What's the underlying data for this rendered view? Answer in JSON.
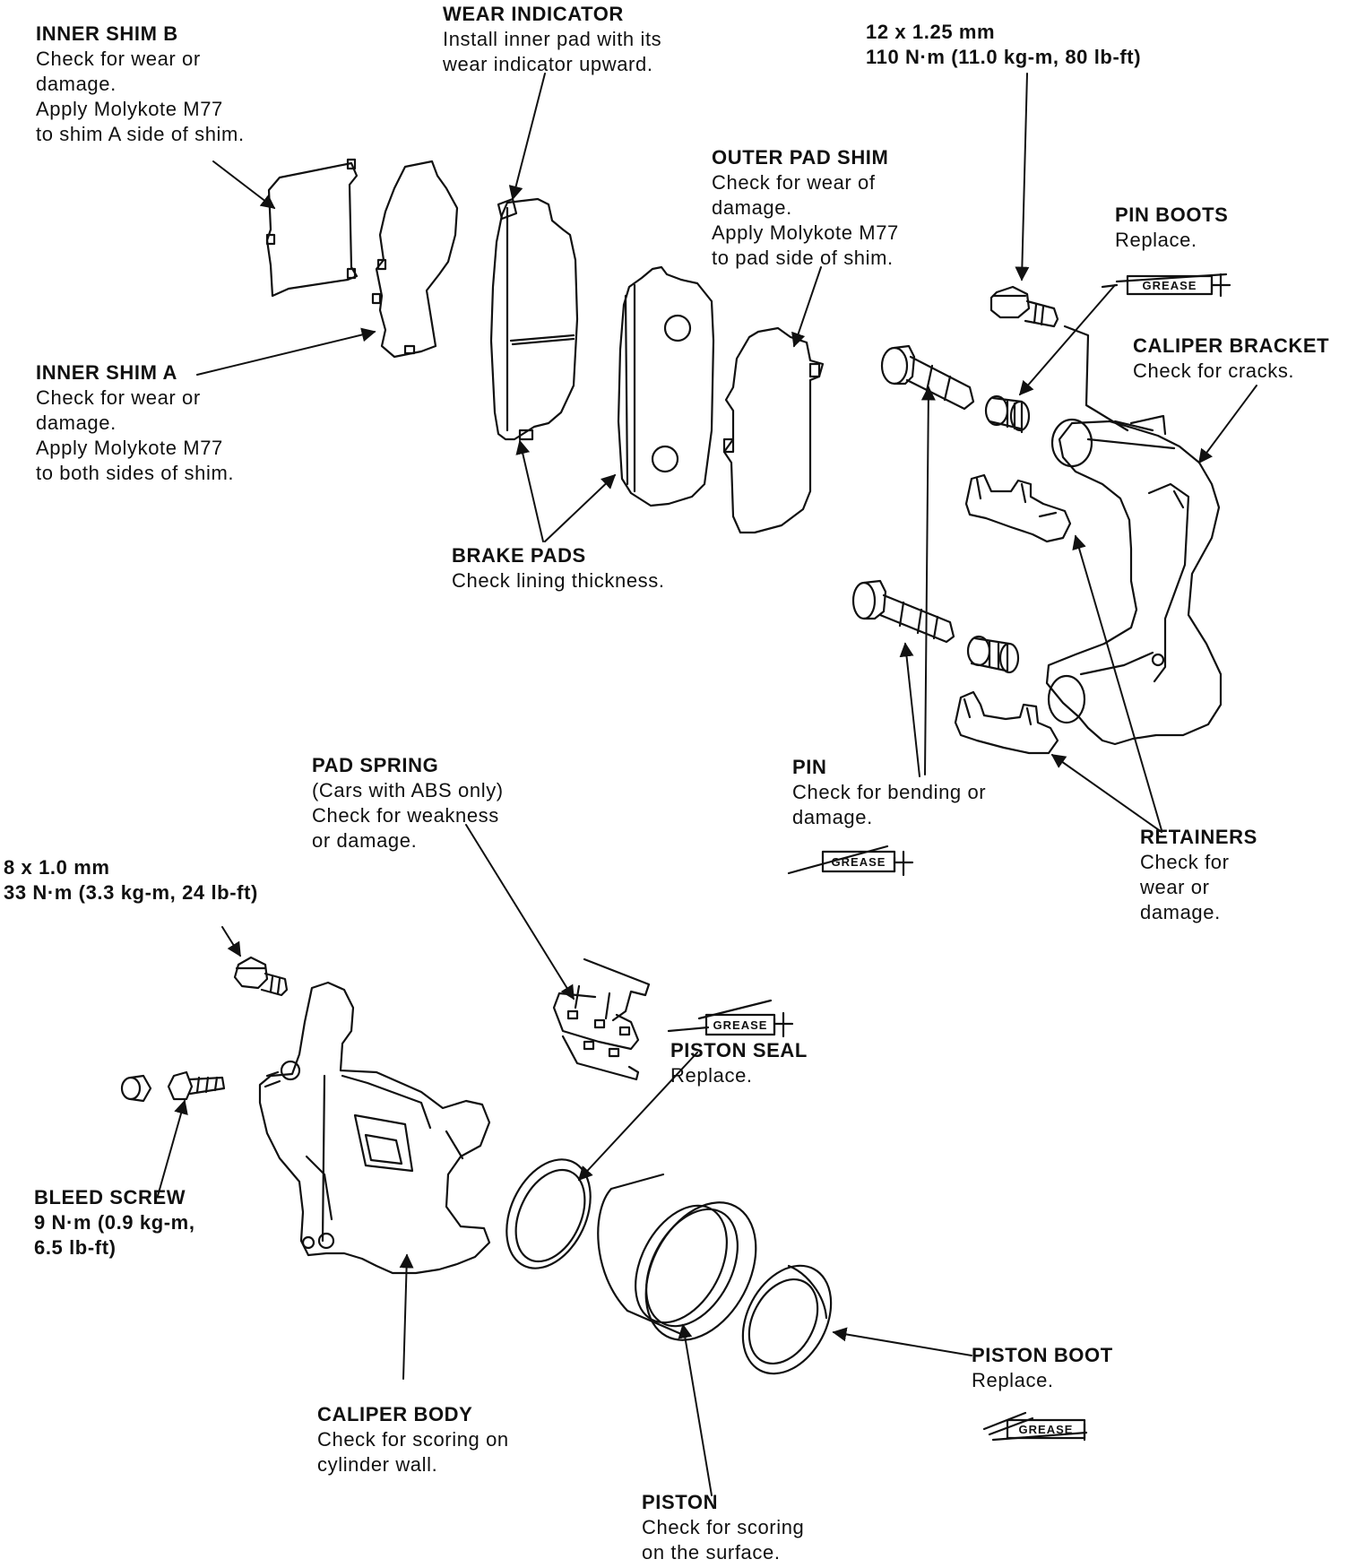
{
  "labels": {
    "inner_shim_b": {
      "title": "INNER SHIM B",
      "lines": [
        "Check for wear or",
        "damage.",
        "Apply Molykote M77",
        "to shim A side of shim."
      ]
    },
    "wear_indicator": {
      "title": "WEAR INDICATOR",
      "lines": [
        "Install inner pad with its",
        "wear indicator upward."
      ]
    },
    "bolt_12": {
      "lines": [
        "12 x 1.25 mm",
        "110 N·m (11.0 kg-m, 80 lb-ft)"
      ]
    },
    "outer_pad_shim": {
      "title": "OUTER PAD SHIM",
      "lines": [
        "Check for wear of",
        "damage.",
        "Apply Molykote M77",
        "to pad side of shim."
      ]
    },
    "pin_boots": {
      "title": "PIN BOOTS",
      "lines": [
        "Replace."
      ]
    },
    "caliper_bracket": {
      "title": "CALIPER BRACKET",
      "lines": [
        "Check for cracks."
      ]
    },
    "inner_shim_a": {
      "title": "INNER SHIM A",
      "lines": [
        "Check for wear or",
        "damage.",
        "Apply Molykote M77",
        "to both sides of shim."
      ]
    },
    "brake_pads": {
      "title": "BRAKE PADS",
      "lines": [
        "Check lining thickness."
      ]
    },
    "pad_spring": {
      "title": "PAD SPRING",
      "lines": [
        "(Cars with ABS only)",
        "Check for weakness",
        "or damage."
      ]
    },
    "pin": {
      "title": "PIN",
      "lines": [
        "Check for bending or",
        "damage."
      ]
    },
    "retainers": {
      "title": "RETAINERS",
      "lines": [
        "Check for",
        "wear or",
        "damage."
      ]
    },
    "bolt_8": {
      "lines": [
        "8 x 1.0 mm",
        "33 N·m (3.3 kg-m, 24 lb-ft)"
      ]
    },
    "piston_seal": {
      "title": "PISTON SEAL",
      "lines": [
        "Replace."
      ]
    },
    "bleed_screw": {
      "lines": [
        "BLEED SCREW",
        "9 N·m (0.9 kg-m,",
        "6.5 lb-ft)"
      ]
    },
    "piston_boot": {
      "title": "PISTON BOOT",
      "lines": [
        "Replace."
      ]
    },
    "caliper_body": {
      "title": "CALIPER BODY",
      "lines": [
        "Check for scoring on",
        "cylinder wall."
      ]
    },
    "piston": {
      "title": "PISTON",
      "lines": [
        "Check for scoring",
        "on the surface."
      ]
    }
  },
  "grease_tag": "GREASE",
  "colors": {
    "ink": "#111111",
    "paper": "#ffffff"
  }
}
